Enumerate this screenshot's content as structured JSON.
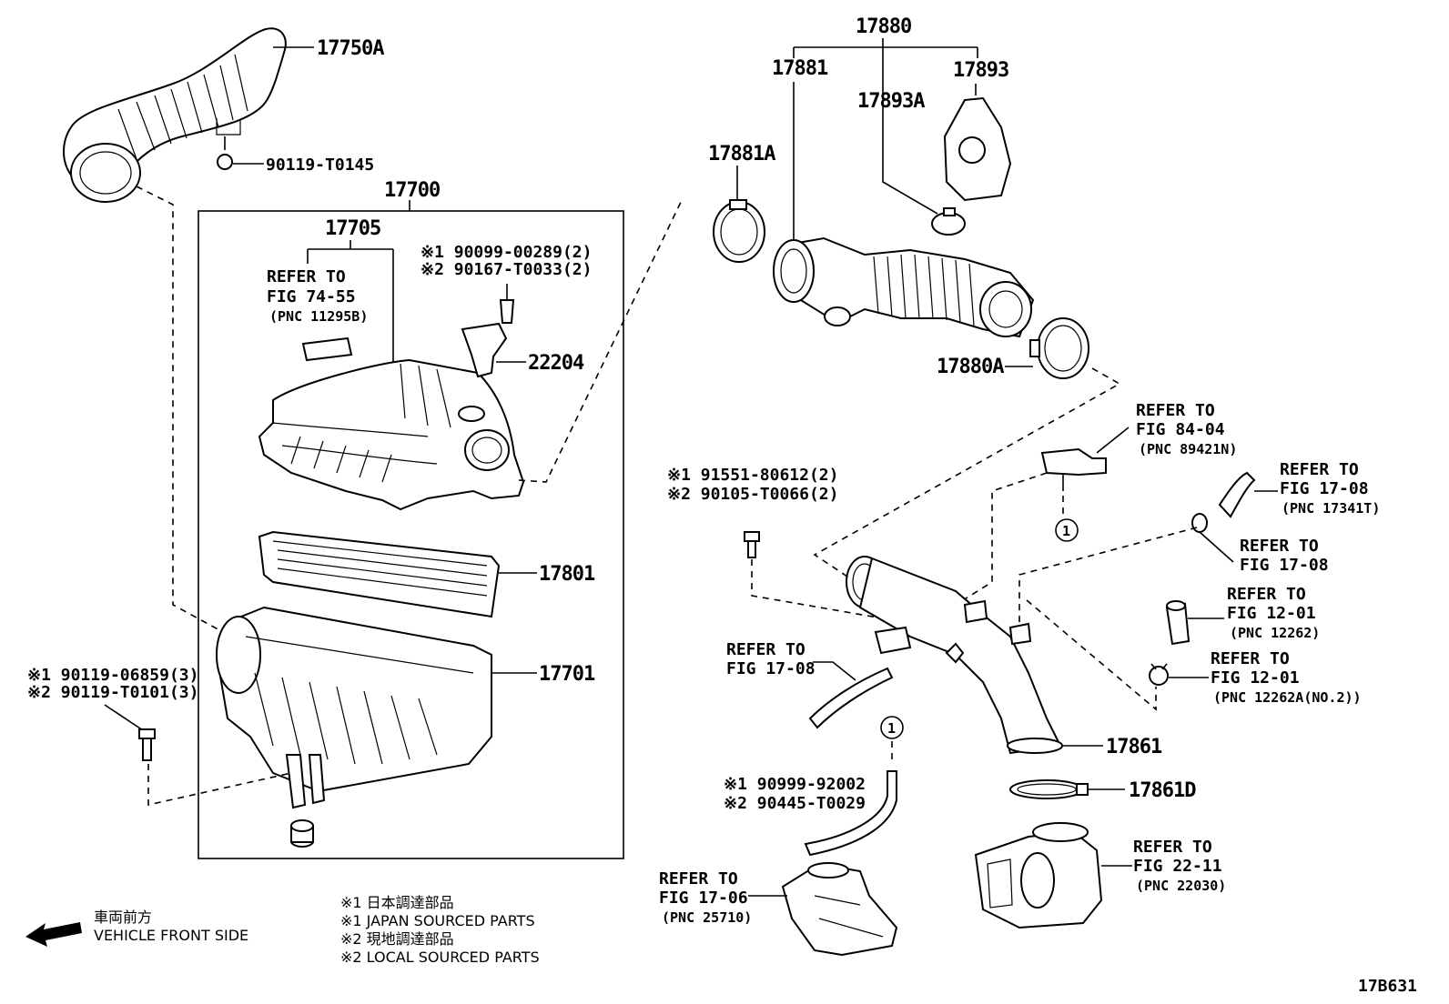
{
  "parts": {
    "p17750A": "17750A",
    "p90119T0145": "90119-T0145",
    "p17700": "17700",
    "p17705": "17705",
    "p22204": "22204",
    "p17801": "17801",
    "p17701": "17701",
    "p17880": "17880",
    "p17881": "17881",
    "p17893": "17893",
    "p17893A": "17893A",
    "p17881A": "17881A",
    "p17880A": "17880A",
    "p17861": "17861",
    "p17861D": "17861D"
  },
  "qualified": {
    "q22204_1": "※1 90099-00289(2)",
    "q22204_2": "※2 90167-T0033(2)",
    "qbolt_1": "※1 90119-06859(3)",
    "qbolt_2": "※2 90119-T0101(3)",
    "qclip_1": "※1 91551-80612(2)",
    "qclip_2": "※2 90105-T0066(2)",
    "qhose_1": "※1 90999-92002",
    "qhose_2": "※2 90445-T0029"
  },
  "refers": {
    "filter": {
      "l1": "REFER TO",
      "l2": "FIG 74-55",
      "l3": "(PNC 11295B)"
    },
    "r8404": {
      "l1": "REFER TO",
      "l2": "FIG 84-04",
      "l3": "(PNC 89421N)"
    },
    "r1708a": {
      "l1": "REFER TO",
      "l2": "FIG 17-08",
      "l3": "(PNC 17341T)"
    },
    "r1708b": {
      "l1": "REFER TO",
      "l2": "FIG 17-08"
    },
    "r1201a": {
      "l1": "REFER TO",
      "l2": "FIG 12-01",
      "l3": "(PNC 12262)"
    },
    "r1201b": {
      "l1": "REFER TO",
      "l2": "FIG 12-01",
      "l3": "(PNC 12262A(NO.2))"
    },
    "r1708c": {
      "l1": "REFER TO",
      "l2": "FIG 17-08"
    },
    "r1706": {
      "l1": "REFER TO",
      "l2": "FIG 17-06",
      "l3": "(PNC 25710)"
    },
    "r2211": {
      "l1": "REFER TO",
      "l2": "FIG 22-11",
      "l3": "(PNC 22030)"
    }
  },
  "markers": {
    "circle_1": "1"
  },
  "legend": {
    "front_jp": "車両前方",
    "front_en": "VEHICLE FRONT SIDE",
    "n1_jp": "※1  日本調達部品",
    "n1_en": "※1  JAPAN SOURCED PARTS",
    "n2_jp": "※2  現地調達部品",
    "n2_en": "※2  LOCAL SOURCED PARTS"
  },
  "figure_code": "17B631"
}
